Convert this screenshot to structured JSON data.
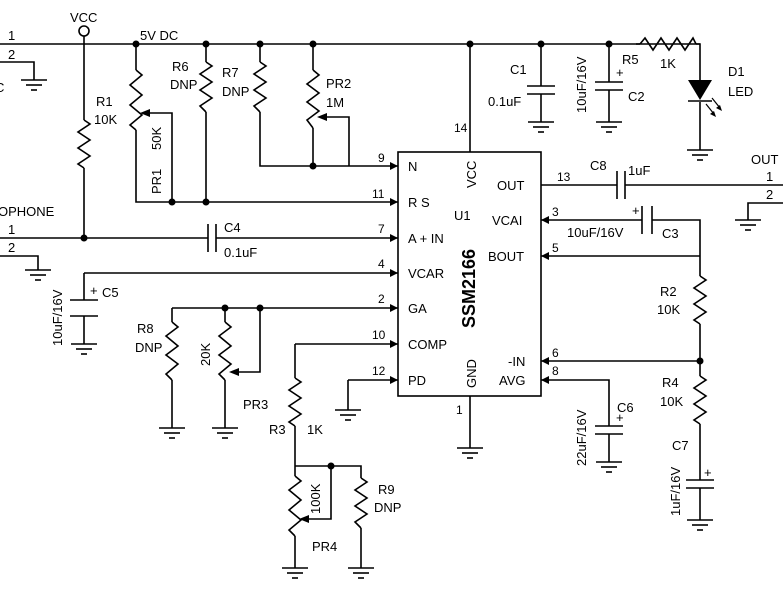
{
  "rails": {
    "vcc": "VCC",
    "supply": "5V DC"
  },
  "connectors": {
    "power": {
      "pin1": "1",
      "pin2": "2",
      "partial_label": "C"
    },
    "microphone": {
      "label": "OPHONE",
      "pin1": "1",
      "pin2": "2"
    },
    "output": {
      "label": "OUT",
      "pin1": "1",
      "pin2": "2"
    }
  },
  "ic": {
    "part": "SSM2166",
    "ref": "U1",
    "pins": {
      "n": {
        "num": "9",
        "name": "N"
      },
      "rs": {
        "num": "11",
        "name": "R S"
      },
      "ain": {
        "num": "7",
        "name": "A + IN"
      },
      "vcar": {
        "num": "4",
        "name": "VCAR"
      },
      "ga": {
        "num": "2",
        "name": "GA"
      },
      "comp": {
        "num": "10",
        "name": "COMP"
      },
      "pd": {
        "num": "12",
        "name": "PD"
      },
      "vcc": {
        "num": "14",
        "name": "VCC"
      },
      "gnd": {
        "num": "1",
        "name": "GND"
      },
      "out": {
        "num": "13",
        "name": "OUT"
      },
      "vcai": {
        "num": "3",
        "name": "VCAI"
      },
      "bout": {
        "num": "5",
        "name": "BOUT"
      },
      "in_neg": {
        "num": "6",
        "name": "-IN"
      },
      "avg": {
        "num": "8",
        "name": "AVG"
      }
    }
  },
  "components": {
    "R1": {
      "ref": "R1",
      "value": "10K"
    },
    "PR1": {
      "ref": "PR1",
      "value": "50K"
    },
    "R6": {
      "ref": "R6",
      "value": "DNP"
    },
    "R7": {
      "ref": "R7",
      "value": "DNP"
    },
    "PR2": {
      "ref": "PR2",
      "value": "1M"
    },
    "C1": {
      "ref": "C1",
      "value": "0.1uF"
    },
    "C2": {
      "ref": "C2",
      "value": "10uF/16V"
    },
    "R5": {
      "ref": "R5",
      "value": "1K"
    },
    "D1": {
      "ref": "D1",
      "value": "LED"
    },
    "C4": {
      "ref": "C4",
      "value": "0.1uF"
    },
    "C5": {
      "ref": "C5",
      "value": "10uF/16V"
    },
    "R8": {
      "ref": "R8",
      "value": "DNP"
    },
    "PR3": {
      "ref": "PR3",
      "value": "20K"
    },
    "R3": {
      "ref": "R3",
      "value": "1K"
    },
    "PR4": {
      "ref": "PR4",
      "value": "100K"
    },
    "R9": {
      "ref": "R9",
      "value": "DNP"
    },
    "C8": {
      "ref": "C8",
      "value": "1uF"
    },
    "C3": {
      "ref": "C3",
      "value": "10uF/16V"
    },
    "R2": {
      "ref": "R2",
      "value": "10K"
    },
    "R4": {
      "ref": "R4",
      "value": "10K"
    },
    "C6": {
      "ref": "C6",
      "value": "22uF/16V"
    },
    "C7": {
      "ref": "C7",
      "value": "1uF/16V"
    }
  },
  "symbols": {
    "plus": "+"
  }
}
